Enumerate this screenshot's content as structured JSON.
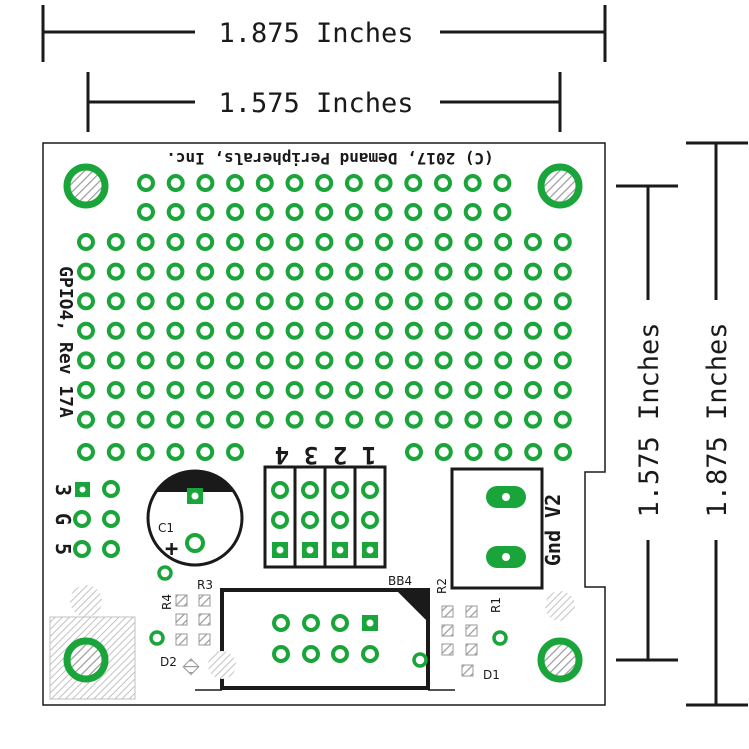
{
  "dimensions": {
    "outer_width": "1.875 Inches",
    "inner_width": "1.575 Inches",
    "inner_height": "1.575 Inches",
    "outer_height": "1.875 Inches"
  },
  "silkscreen": {
    "copyright": "(C) 2017, Demand Peripherals, Inc.",
    "board_name": "GPIO4, Rev 17A",
    "pin_3": "3",
    "pin_g": "G",
    "pin_5": "5",
    "gnd_v2": "Gnd V2",
    "header_nums": [
      "4",
      "3",
      "2",
      "1"
    ],
    "c1": "C1",
    "plus": "+",
    "r1": "R1",
    "r2": "R2",
    "r3": "R3",
    "r4": "R4",
    "d1": "D1",
    "d2": "D2",
    "bb4": "BB4"
  },
  "colors": {
    "pad_green": "#1aa53a",
    "outline": "#1a1a1a",
    "hatch": "#b0b0b0"
  }
}
